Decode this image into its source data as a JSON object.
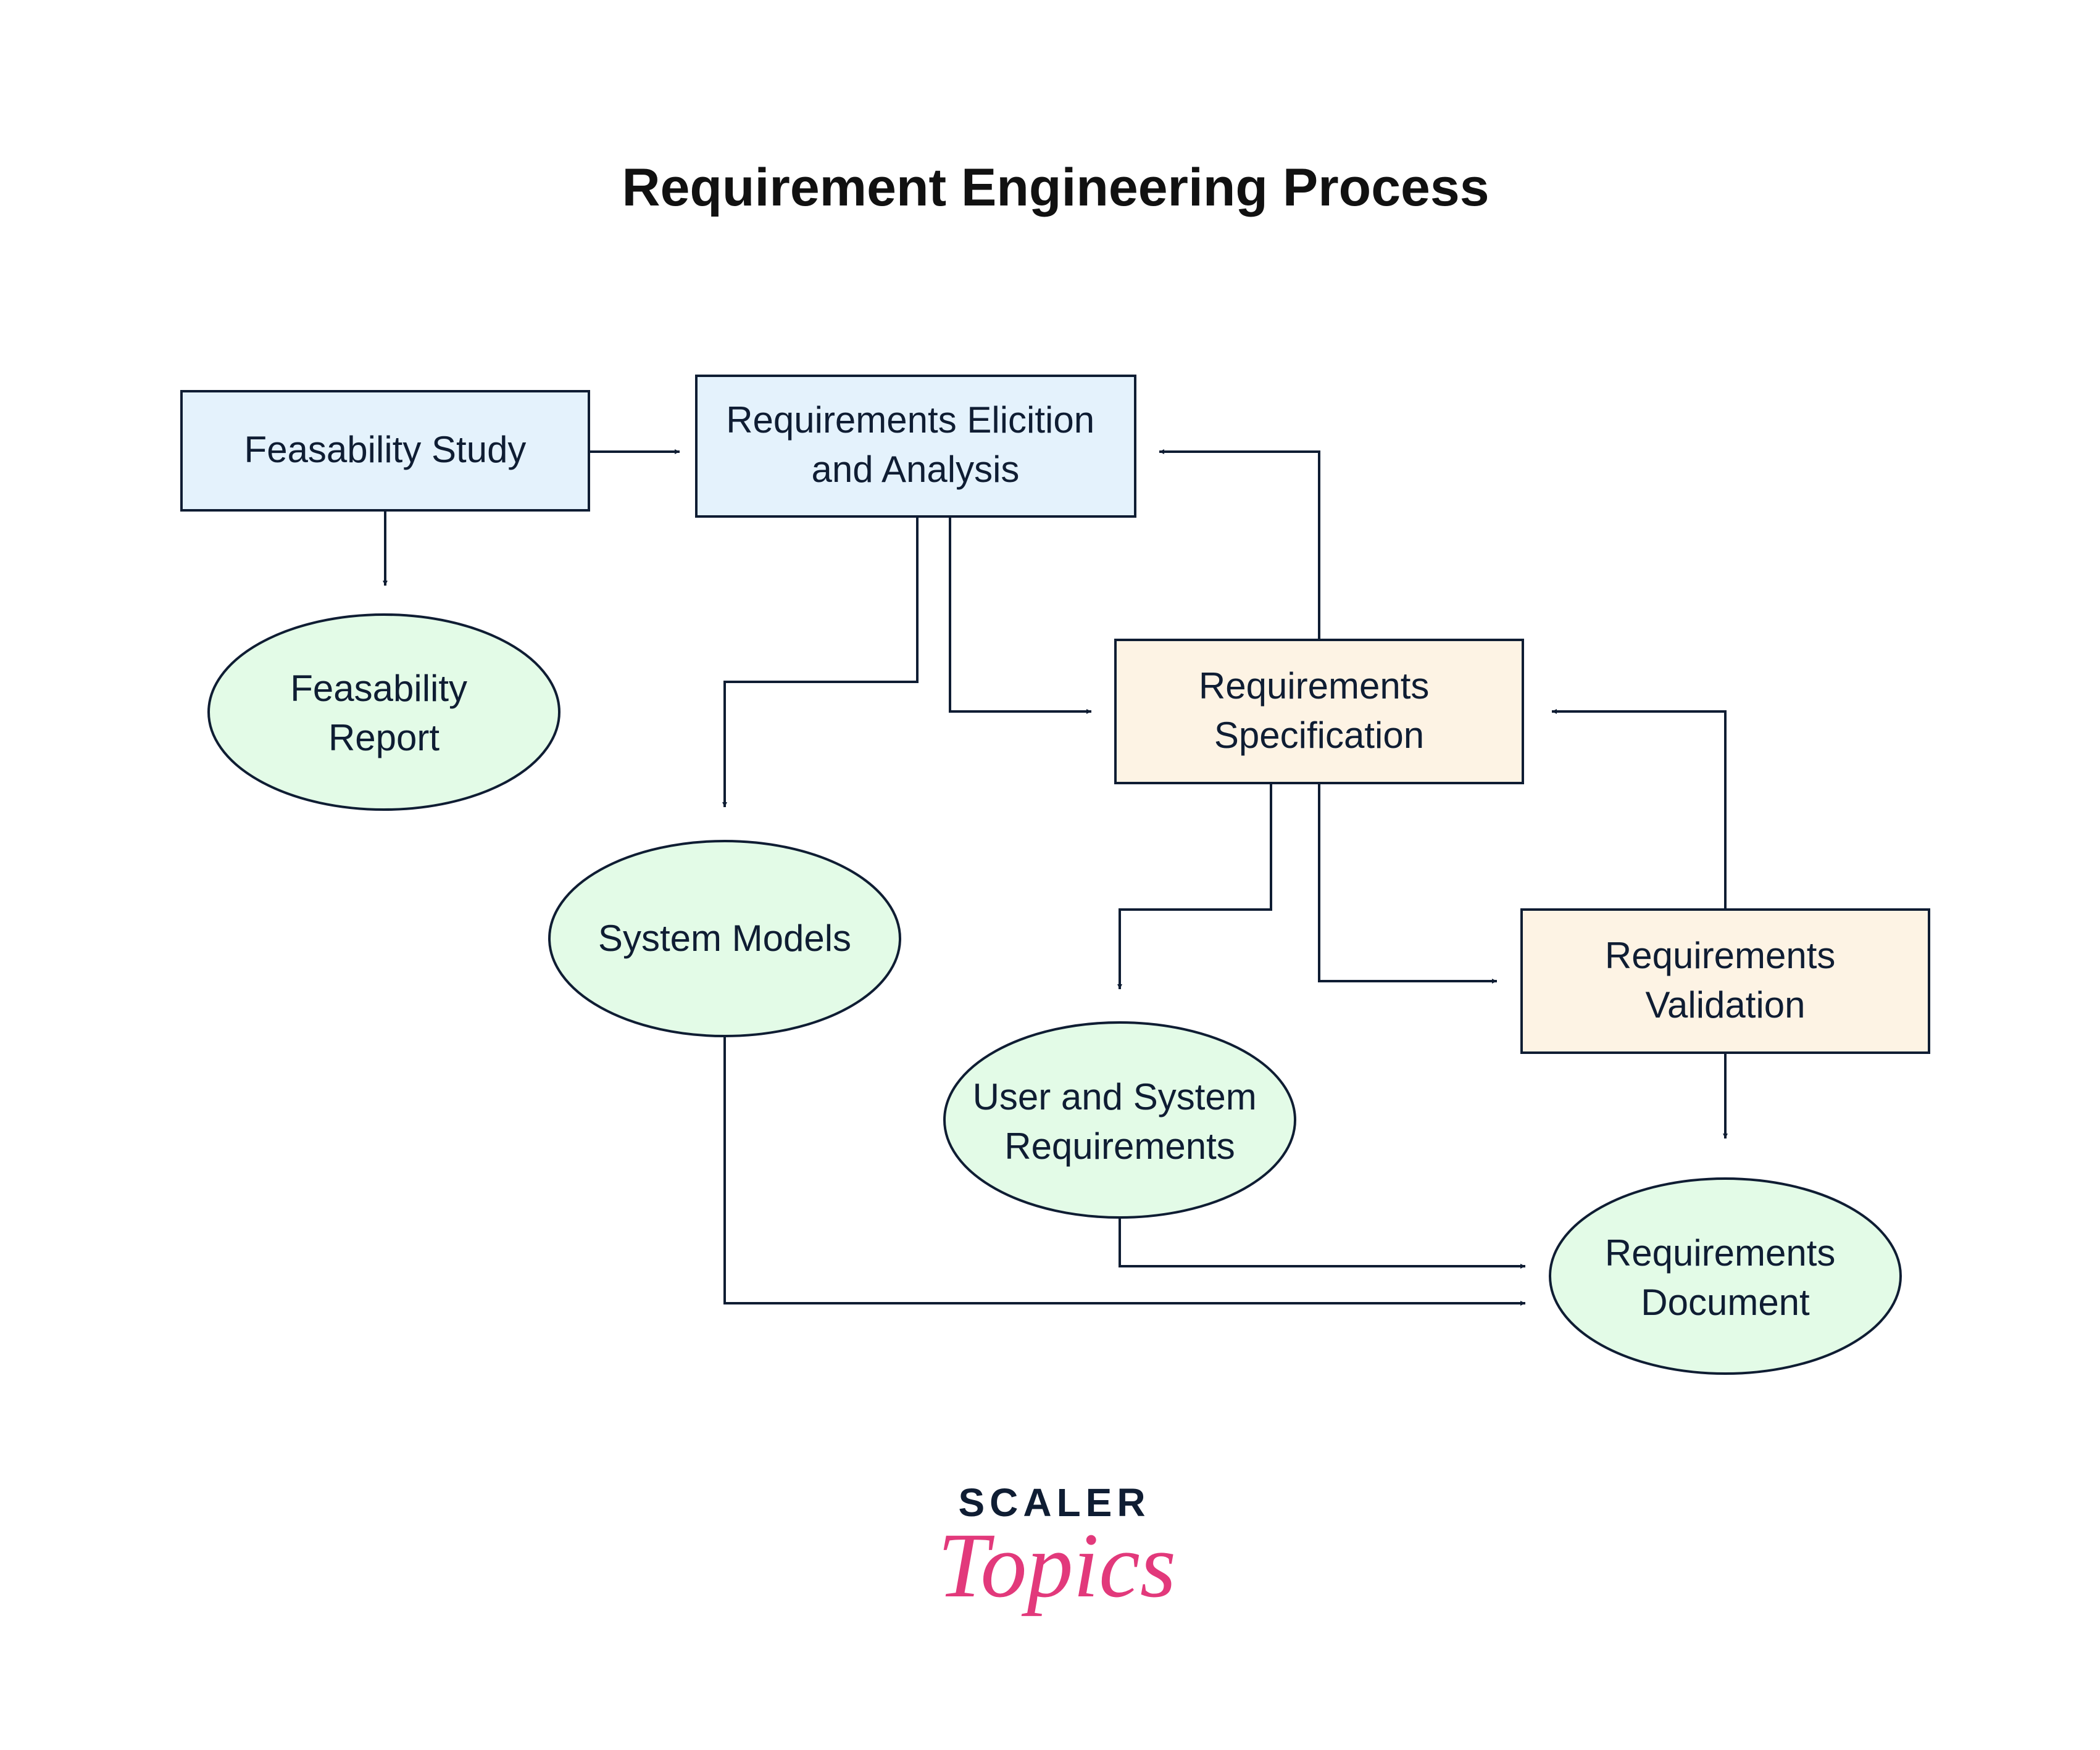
{
  "diagram": {
    "title": "Requirement Engineering Process",
    "nodes": {
      "feasability_study": {
        "lines": [
          "Feasability Study"
        ]
      },
      "elicitation": {
        "lines": [
          "Requirements Elicition",
          "and Analysis"
        ]
      },
      "feasability_report": {
        "lines": [
          "Feasability",
          "Report"
        ]
      },
      "specification": {
        "lines": [
          "Requirements",
          "Specification"
        ]
      },
      "system_models": {
        "lines": [
          "System Models"
        ]
      },
      "validation": {
        "lines": [
          "Requirements",
          "Validation"
        ]
      },
      "user_system_requirements": {
        "lines": [
          "User and System",
          "Requirements"
        ]
      },
      "requirements_document": {
        "lines": [
          "Requirements",
          "Document"
        ]
      }
    },
    "edges": [
      {
        "from": "Feasability Study",
        "to": "Requirements Elicition and Analysis"
      },
      {
        "from": "Feasability Study",
        "to": "Feasability Report"
      },
      {
        "from": "Requirements Elicition and Analysis",
        "to": "System Models"
      },
      {
        "from": "Requirements Elicition and Analysis",
        "to": "Requirements Specification"
      },
      {
        "from": "Requirements Specification",
        "to": "Requirements Elicition and Analysis"
      },
      {
        "from": "Requirements Specification",
        "to": "User and System Requirements"
      },
      {
        "from": "Requirements Specification",
        "to": "Requirements Validation"
      },
      {
        "from": "Requirements Validation",
        "to": "Requirements Specification"
      },
      {
        "from": "Requirements Validation",
        "to": "Requirements Document"
      },
      {
        "from": "User and System Requirements",
        "to": "Requirements Document"
      },
      {
        "from": "System Models",
        "to": "Requirements Document"
      }
    ],
    "colors": {
      "process_box": "#e4f2fc",
      "spec_box": "#fdf3e4",
      "output_ellipse": "#e3fbe7",
      "stroke": "#0f1d33"
    }
  },
  "logo": {
    "line1": "SCALER",
    "line2": "Topics",
    "colors": {
      "scaler": "#0f1d33",
      "topics": "#e2397b"
    }
  }
}
